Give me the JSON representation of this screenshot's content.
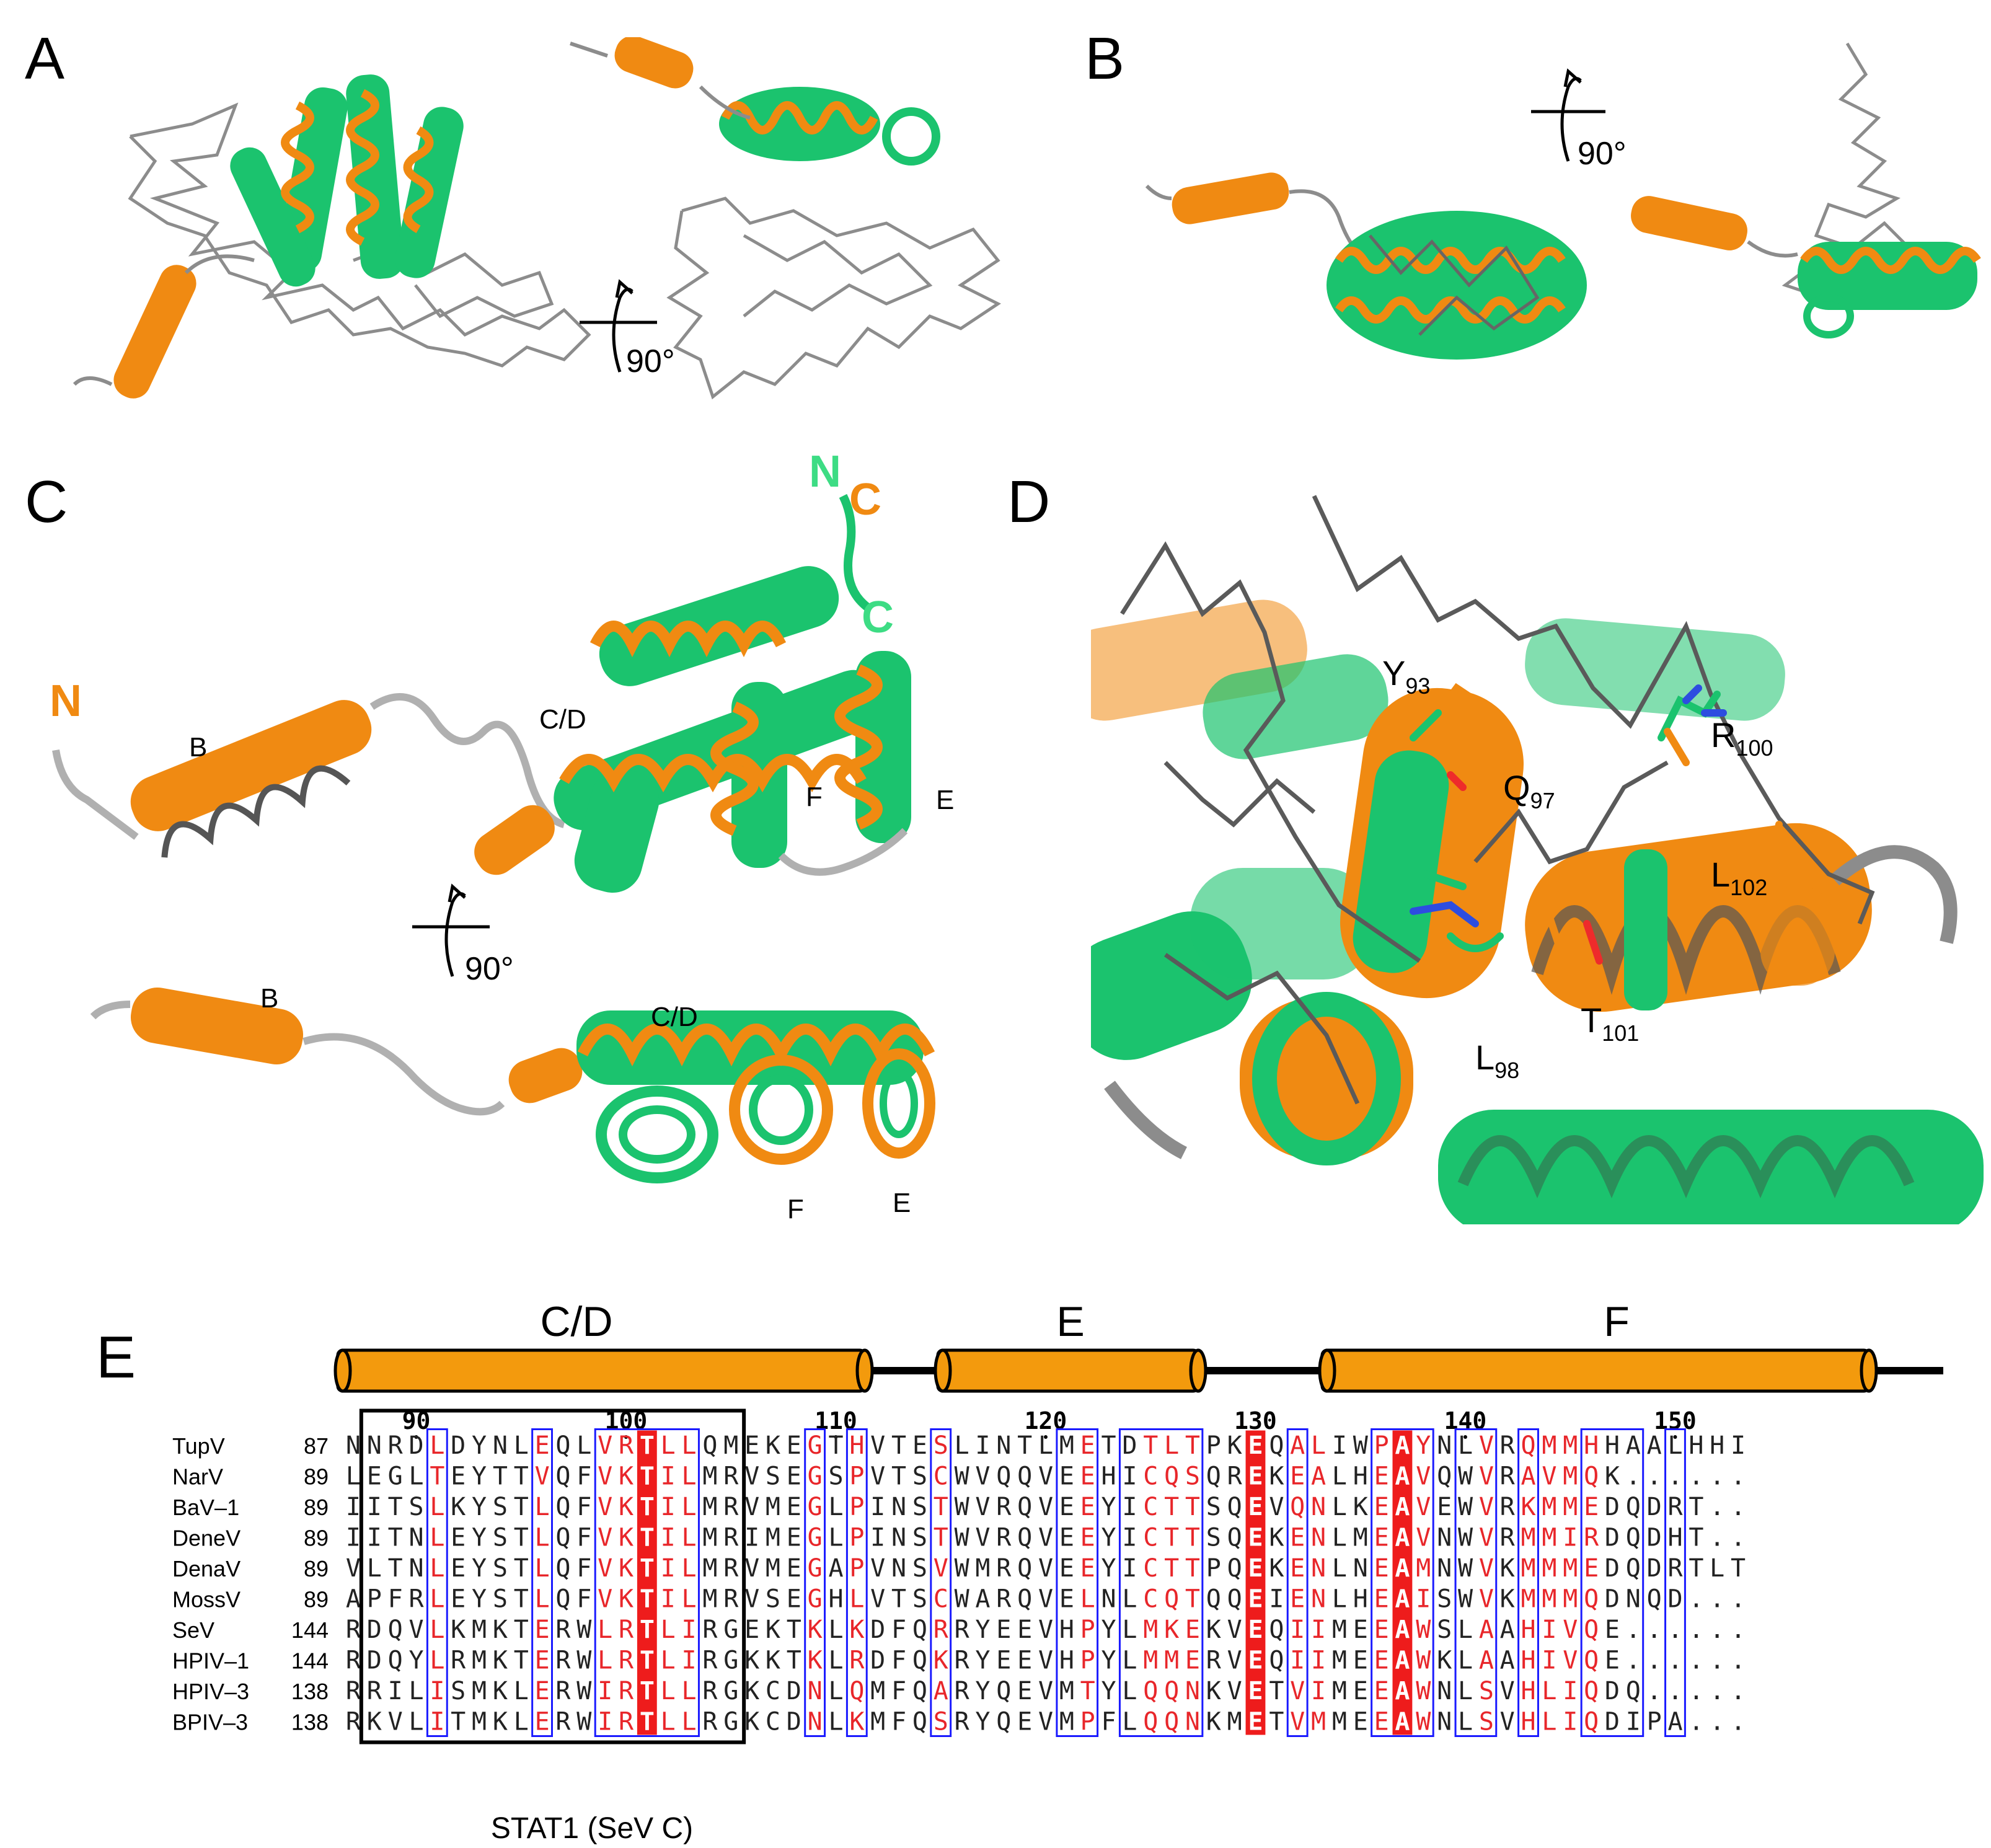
{
  "panels": {
    "A": {
      "letter": "A",
      "rotation_label": "90°"
    },
    "B": {
      "letter": "B",
      "rotation_label": "90°"
    },
    "C": {
      "letter": "C",
      "rotation_label": "90°",
      "labels": {
        "n_orange": "N",
        "n_green": "N",
        "c_orange": "C",
        "c_green": "C",
        "helix_b": "B",
        "helix_cd": "C/D",
        "helix_f": "F",
        "helix_e": "E",
        "helix_b_bottom": "B",
        "helix_cd_bottom": "C/D",
        "helix_f_bottom": "F",
        "helix_e_bottom": "E"
      }
    },
    "D": {
      "letter": "D",
      "residues": [
        {
          "aa": "Y",
          "num": "93"
        },
        {
          "aa": "R",
          "num": "100"
        },
        {
          "aa": "Q",
          "num": "97"
        },
        {
          "aa": "L",
          "num": "102"
        },
        {
          "aa": "T",
          "num": "101"
        },
        {
          "aa": "L",
          "num": "98"
        }
      ]
    },
    "E": {
      "letter": "E",
      "helices": [
        "C/D",
        "E",
        "F"
      ],
      "ruler": [
        "90",
        "100",
        "110",
        "120",
        "130",
        "140",
        "150"
      ],
      "box_label": "STAT1 (SeV C)",
      "rows": [
        {
          "name": "TupV",
          "start": "87",
          "seq": "NNRDLDYNLEQLVRTLLQMEKEGTHVTESLINTLMETDTLTPKEQALIWPAYNLVRQMMHHAALHHI"
        },
        {
          "name": "NarV",
          "start": "89",
          "seq": "LEGLTEYTTVQFVKTILMRVSEGSPVTSCWVQQVEEHICQSQREKEALHEAVQWVRAVMQK......"
        },
        {
          "name": "BaV–1",
          "start": "89",
          "seq": "IITSLKYSTLQFVKTILMRVMEGLPINSTWVRQVEEYICTTSQEVQNLKEAVEWVRKMMEDQDRT.."
        },
        {
          "name": "DeneV",
          "start": "89",
          "seq": "IITNLEYSTLQFVKTILMRIMEGLPINSTWVRQVEEYICTTSQEKENLMEAVNWVRMMIRDQDHT.."
        },
        {
          "name": "DenaV",
          "start": "89",
          "seq": "VLTNLEYSTLQFVKTILMRVMEGAPVNSVWMRQVEEYICTTPQEKENLNEAMNWVKMMMEDQDRTLT"
        },
        {
          "name": "MossV",
          "start": "89",
          "seq": "APFRLEYSTLQFVKTILMRVSEGHLVTSCWARQVELNLCQTQQEIENLHEAISWVKMMMQDNQD..."
        },
        {
          "name": "SeV",
          "start": "144",
          "seq": "RDQVLKMKTERWLRTLIRGEKTKLKDFQRRYEEVHPYLMKEKVEQIIMEEAWSLAAHIVQE......"
        },
        {
          "name": "HPIV–1",
          "start": "144",
          "seq": "RDQYLRMKTERWLRTLIRGKKTKLRDFQKRYEEVHPYLMMERVEQIIMEEAWKLAAHIVQE......"
        },
        {
          "name": "HPIV–3",
          "start": "138",
          "seq": "RRILISMKLERWIRTLLRGKCDNLQMFQARYQEVMTYLQQNKVETVIMEEAWNLSVHLIQDQ....."
        },
        {
          "name": "BPIV–3",
          "start": "138",
          "seq": "RKVLITMKLERWIRTLLRGKCDNLKMFQSRYQEVMPFLQQNKMETVMMEEAWNLSVHLIQDIPA..."
        }
      ],
      "colors": {
        "helix": "#f39a0d",
        "conserved_bg": "#ee1c1c",
        "similar_text": "#e8262a",
        "box": "#1a1aff"
      }
    }
  },
  "colors": {
    "green": "#1bc36e",
    "orange": "#f08a12",
    "grey": "#8c8c8c"
  }
}
